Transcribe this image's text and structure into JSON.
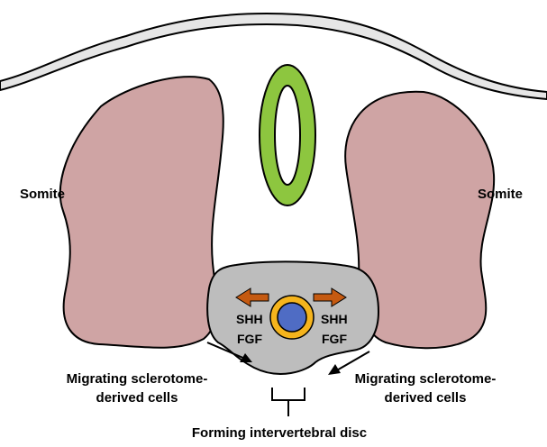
{
  "labels": {
    "somite_left": "Somite",
    "somite_right": "Somite",
    "signals_left": [
      "SHH",
      "FGF"
    ],
    "signals_right": [
      "SHH",
      "FGF"
    ],
    "migrating_left": [
      "Migrating sclerotome-",
      "derived cells"
    ],
    "migrating_right": [
      "Migrating sclerotome-",
      "derived cells"
    ],
    "forming_disc": "Forming intervertebral disc"
  },
  "colors": {
    "somite_fill": "#cfa4a4",
    "neural_tube": "#8dc63f",
    "mesenchyme_fill": "#bdbdbd",
    "notochord_ring": "#f5b41d",
    "notochord_core": "#4f6cc4",
    "arrow_fill": "#c55a11",
    "ectoderm_fill": "#e6e6e6"
  }
}
